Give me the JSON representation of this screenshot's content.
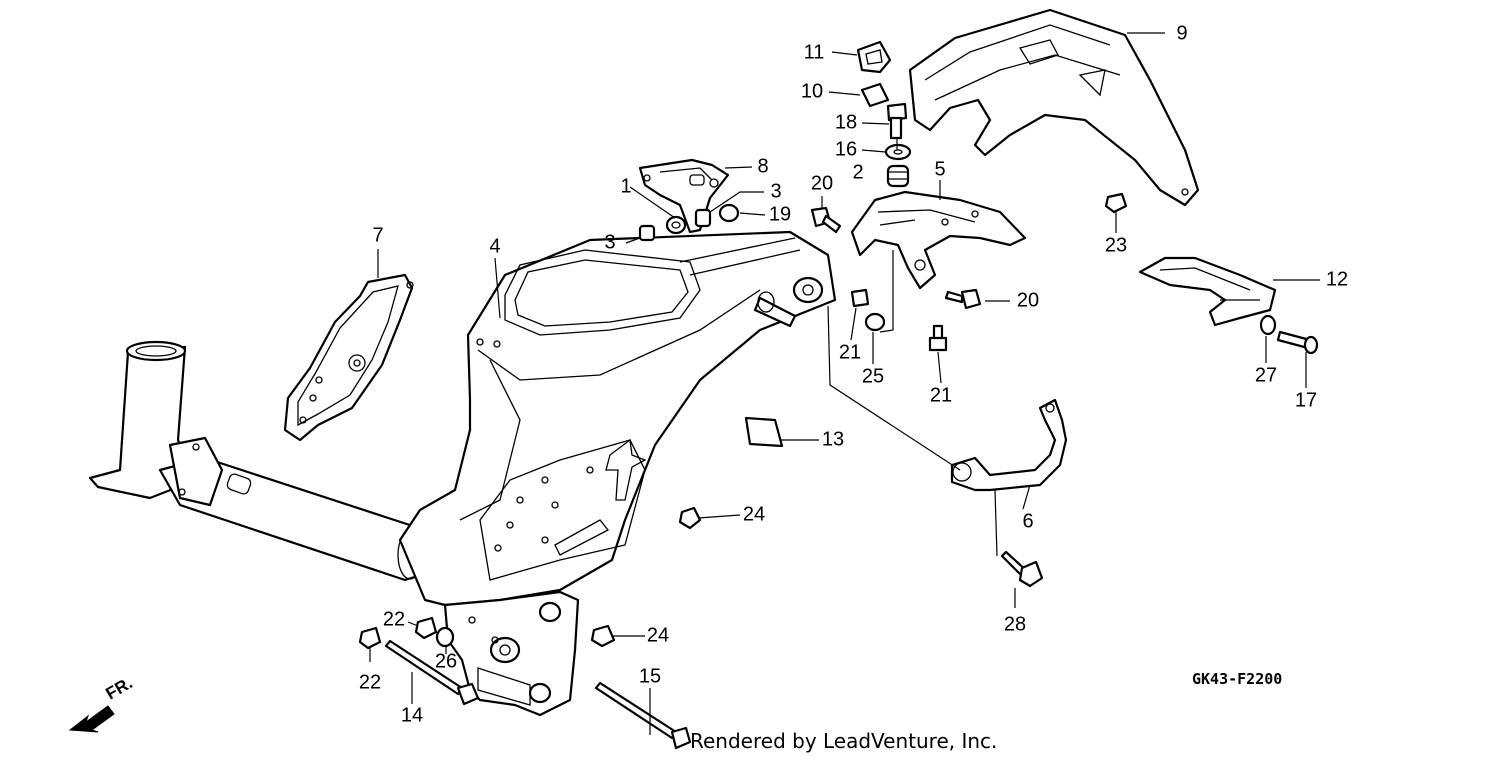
{
  "diagram_code": "GK43-F2200",
  "credit": "Rendered by LeadVenture, Inc.",
  "direction_label": "FR.",
  "callouts": [
    {
      "id": "1",
      "text": "1"
    },
    {
      "id": "2",
      "text": "2"
    },
    {
      "id": "3a",
      "text": "3"
    },
    {
      "id": "3b",
      "text": "3"
    },
    {
      "id": "4",
      "text": "4"
    },
    {
      "id": "5",
      "text": "5"
    },
    {
      "id": "6",
      "text": "6"
    },
    {
      "id": "7",
      "text": "7"
    },
    {
      "id": "8",
      "text": "8"
    },
    {
      "id": "9",
      "text": "9"
    },
    {
      "id": "10",
      "text": "10"
    },
    {
      "id": "11",
      "text": "11"
    },
    {
      "id": "12",
      "text": "12"
    },
    {
      "id": "13",
      "text": "13"
    },
    {
      "id": "14",
      "text": "14"
    },
    {
      "id": "15",
      "text": "15"
    },
    {
      "id": "16",
      "text": "16"
    },
    {
      "id": "17",
      "text": "17"
    },
    {
      "id": "18",
      "text": "18"
    },
    {
      "id": "19",
      "text": "19"
    },
    {
      "id": "20a",
      "text": "20"
    },
    {
      "id": "20b",
      "text": "20"
    },
    {
      "id": "21a",
      "text": "21"
    },
    {
      "id": "21b",
      "text": "21"
    },
    {
      "id": "22a",
      "text": "22"
    },
    {
      "id": "22b",
      "text": "22"
    },
    {
      "id": "23",
      "text": "23"
    },
    {
      "id": "24a",
      "text": "24"
    },
    {
      "id": "24b",
      "text": "24"
    },
    {
      "id": "25",
      "text": "25"
    },
    {
      "id": "26",
      "text": "26"
    },
    {
      "id": "27",
      "text": "27"
    },
    {
      "id": "28",
      "text": "28"
    }
  ]
}
